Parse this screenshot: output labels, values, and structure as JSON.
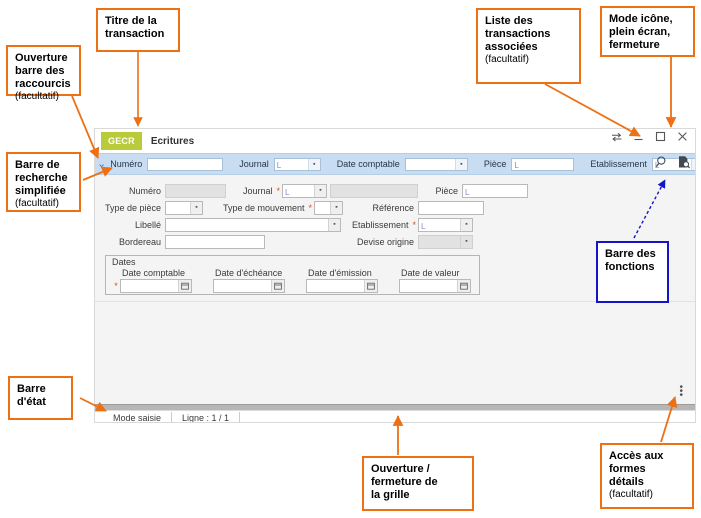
{
  "window": {
    "badge": "GECR",
    "title": "Ecritures",
    "controls": [
      {
        "name": "restore-toggle-icon",
        "glyph": "⇄"
      },
      {
        "name": "minimize-icon",
        "glyph": "_"
      },
      {
        "name": "maximize-icon",
        "glyph": "☐"
      },
      {
        "name": "close-icon",
        "glyph": "✕"
      }
    ]
  },
  "search_bar": {
    "expand_chevron": "⌄",
    "fields": [
      {
        "label": "Numéro",
        "value": "",
        "type": "input"
      },
      {
        "label": "Journal",
        "value": "",
        "type": "combo"
      },
      {
        "label": "Date comptable",
        "value": "",
        "type": "combo"
      },
      {
        "label": "Pièce",
        "value": "",
        "type": "input"
      },
      {
        "label": "Etablissement",
        "value": "",
        "type": "combo"
      }
    ],
    "icons": [
      {
        "name": "search-icon",
        "label": "Rechercher"
      },
      {
        "name": "search-document-icon",
        "label": "Liste des transactions associées"
      }
    ]
  },
  "form": {
    "rows": [
      [
        {
          "label": "Numéro",
          "value": "",
          "required": false,
          "type": "readonly-input",
          "width": 61
        },
        {
          "label": "Journal",
          "value": "",
          "required": true,
          "type": "combo",
          "width": 45
        },
        {
          "label": "",
          "value": "",
          "required": false,
          "type": "readonly-input",
          "width": 88
        },
        {
          "label": "Pièce",
          "value": "",
          "required": false,
          "type": "input",
          "width": 66
        }
      ],
      [
        {
          "label": "Type de pièce",
          "value": "",
          "required": false,
          "type": "combo",
          "width": 38
        },
        {
          "label": "Type de mouvement",
          "value": "",
          "required": true,
          "type": "combo",
          "width": 29
        },
        {
          "label": "Référence",
          "value": "",
          "required": false,
          "type": "input",
          "width": 66
        }
      ],
      [
        {
          "label": "Libellé",
          "value": "",
          "required": false,
          "type": "combo",
          "width": 176
        },
        {
          "label": "Etablissement",
          "value": "",
          "required": true,
          "type": "combo",
          "width": 55
        }
      ],
      [
        {
          "label": "Bordereau",
          "value": "",
          "required": false,
          "type": "input",
          "width": 100
        },
        {
          "label": "Devise origine",
          "value": "",
          "required": false,
          "type": "readonly-combo",
          "width": 55
        }
      ]
    ],
    "dates_group": {
      "title": "Dates",
      "fields": [
        {
          "label": "Date comptable",
          "value": "",
          "required": true
        },
        {
          "label": "Date d'échéance",
          "value": "",
          "required": false
        },
        {
          "label": "Date d'émission",
          "value": "",
          "required": false
        },
        {
          "label": "Date de valeur",
          "value": "",
          "required": false
        }
      ]
    },
    "detail_forms_icon": "⋮"
  },
  "status_bar": {
    "mode": "Mode saisie",
    "line": "Ligne : 1 / 1",
    "extra": ""
  },
  "annotations": [
    {
      "id": "shortcuts",
      "lines": [
        "Ouverture",
        "barre des",
        "raccourcis"
      ],
      "optional": "(facultatif)",
      "color": "#ED7014"
    },
    {
      "id": "transaction-title",
      "lines": [
        "Titre de la",
        "transaction"
      ],
      "optional": "",
      "color": "#ED7014"
    },
    {
      "id": "associated-transactions",
      "lines": [
        "Liste des",
        "transactions",
        "associées"
      ],
      "optional": "(facultatif)",
      "color": "#ED7014"
    },
    {
      "id": "window-modes",
      "lines": [
        "Mode icône,",
        "plein écran,",
        "fermeture"
      ],
      "optional": "",
      "color": "#ED7014"
    },
    {
      "id": "simple-search",
      "lines": [
        "Barre de",
        "recherche",
        "simplifiée"
      ],
      "optional": "(facultatif)",
      "color": "#ED7014"
    },
    {
      "id": "functions-bar",
      "lines": [
        "Barre des",
        "fonctions"
      ],
      "optional": "",
      "color": "#1414c8"
    },
    {
      "id": "status-bar",
      "lines": [
        "Barre",
        "d'état"
      ],
      "optional": "",
      "color": "#ED7014"
    },
    {
      "id": "grid-toggle",
      "lines": [
        "Ouverture /",
        "fermeture de",
        "la grille"
      ],
      "optional": "",
      "color": "#ED7014"
    },
    {
      "id": "detail-forms",
      "lines": [
        "Accès aux",
        "formes",
        "détails"
      ],
      "optional": "(facultatif)",
      "color": "#ED7014"
    }
  ],
  "colors": {
    "annotation_orange": "#ED7014",
    "annotation_blue": "#1414c8",
    "badge_green": "#b9cb3a",
    "search_blue": "#c9ddf2",
    "required_red": "#e8491d"
  }
}
